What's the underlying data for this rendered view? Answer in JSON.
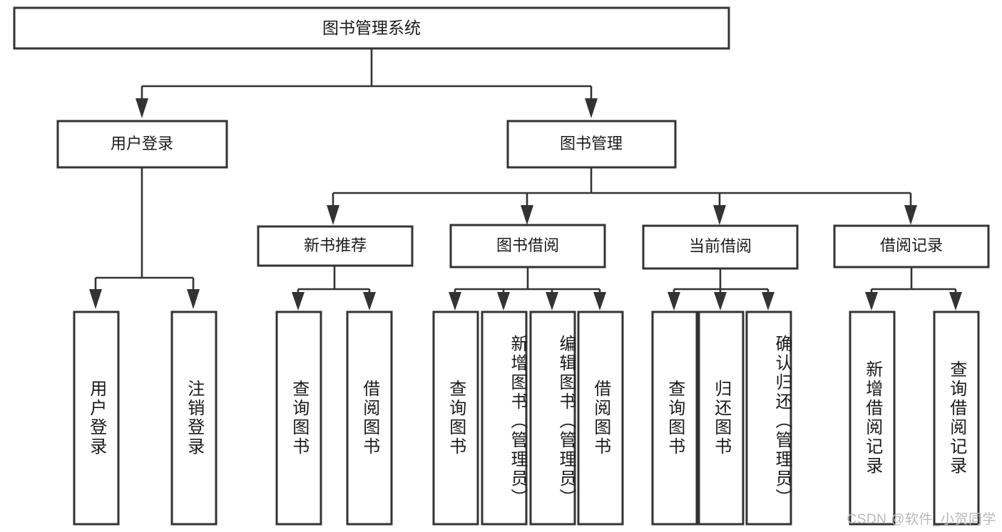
{
  "diagram": {
    "title": "图书管理系统",
    "type": "tree",
    "orientation": "top-down",
    "colors": {
      "box_stroke": "#333333",
      "box_fill": "#ffffff",
      "connector": "#333333",
      "text": "#1a1a1a",
      "watermark": "#b8b8b8",
      "background": "#ffffff"
    },
    "root": {
      "label": "图书管理系统"
    },
    "level2": [
      {
        "label": "用户登录"
      },
      {
        "label": "图书管理"
      }
    ],
    "level3": [
      {
        "label": "新书推荐"
      },
      {
        "label": "图书借阅"
      },
      {
        "label": "当前借阅"
      },
      {
        "label": "借阅记录"
      }
    ],
    "leaves": {
      "user_login": [
        {
          "label": "用户登录"
        },
        {
          "label": "注销登录"
        }
      ],
      "new_book_recommend": [
        {
          "label": "查询图书"
        },
        {
          "label": "借阅图书"
        }
      ],
      "book_borrow": [
        {
          "label": "查询图书"
        },
        {
          "label": "新增图书（管理员）"
        },
        {
          "label": "编辑图书（管理员）"
        },
        {
          "label": "借阅图书"
        }
      ],
      "current_borrow": [
        {
          "label": "查询图书"
        },
        {
          "label": "归还图书"
        },
        {
          "label": "确认归还（管理员）"
        }
      ],
      "borrow_record": [
        {
          "label": "新增借阅记录"
        },
        {
          "label": "查询借阅记录"
        }
      ]
    }
  },
  "watermark": {
    "text": "CSDN @软件_小贺同学"
  }
}
